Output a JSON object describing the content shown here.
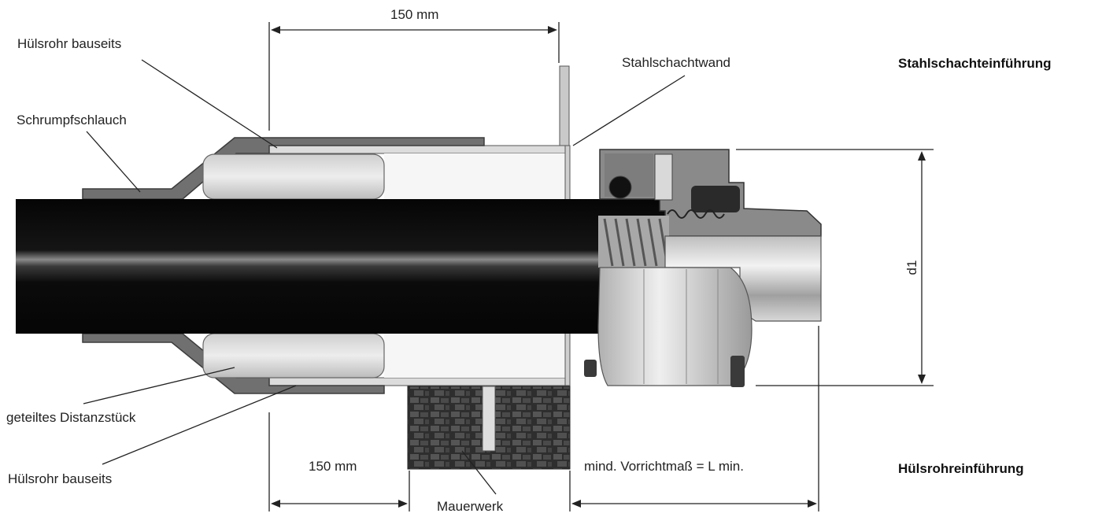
{
  "titles": {
    "top": "Stahlschachteinführung",
    "bottom": "Hülsrohreinführung"
  },
  "labels": {
    "huelsrohr_top": "Hülsrohr bauseits",
    "schrumpfschlauch": "Schrumpfschlauch",
    "stahlschachtwand": "Stahlschachtwand",
    "distanzstueck": "geteiltes Distanzstück",
    "huelsrohr_bottom": "Hülsrohr bauseits",
    "mauerwerk": "Mauerwerk"
  },
  "dimensions": {
    "top_length": "150 mm",
    "bottom_length": "150 mm",
    "min_length": "mind. Vorrichtmaß = L min.",
    "diameter": "d1"
  },
  "colors": {
    "pipe": "#0c0c0c",
    "sleeve": "#6e6e6e",
    "metal_light": "#d6d6d6",
    "metal_mid": "#a9a9a9",
    "masonry": "#3a3a3a",
    "line": "#222222"
  }
}
